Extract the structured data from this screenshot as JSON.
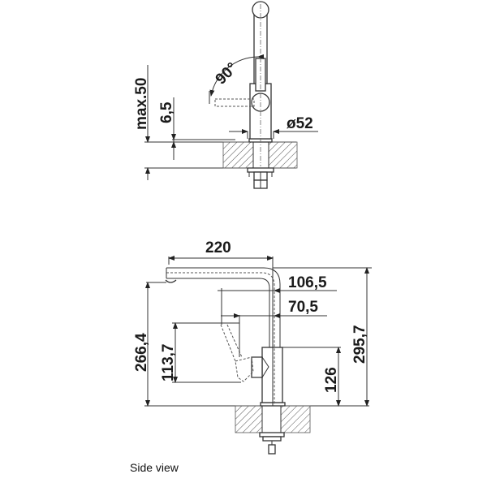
{
  "diagram": {
    "top_view": {
      "dimensions": {
        "max_thickness": "max.50",
        "offset": "6,5",
        "angle": "90°",
        "diameter": "ø52"
      }
    },
    "side_view": {
      "dimensions": {
        "reach": "220",
        "lever_reach_1": "106,5",
        "lever_reach_2": "70,5",
        "spout_height": "266,4",
        "lever_height": "113,7",
        "body_height": "126",
        "total_height": "295,7"
      },
      "caption": "Side view"
    },
    "colors": {
      "line": "#333333",
      "background": "#ffffff",
      "text": "#1a1a1a"
    }
  }
}
